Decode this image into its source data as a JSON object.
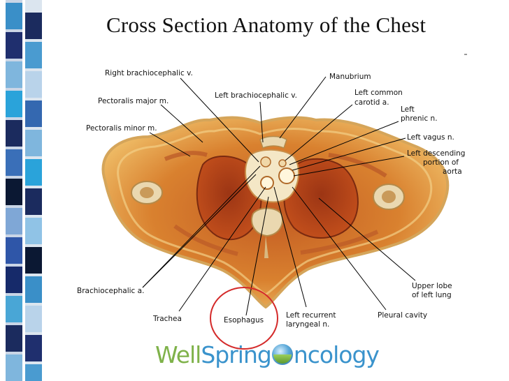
{
  "title": "Cross Section Anatomy of the Chest",
  "labels": {
    "right_brachiocephalic_v": "Right brachiocephalic v.",
    "pectoralis_major": "Pectoralis major m.",
    "pectoralis_minor": "Pectoralis minor m.",
    "left_brachiocephalic_v": "Left brachiocephalic v.",
    "manubrium": "Manubrium",
    "left_common_carotid_1": "Left common",
    "left_common_carotid_2": "carotid a.",
    "left_phrenic_1": "Left",
    "left_phrenic_2": "phrenic n.",
    "left_vagus": "Left vagus n.",
    "left_descending_1": "Left descending",
    "left_descending_2": "portion of",
    "left_descending_3": "aorta",
    "brachiocephalic_a": "Brachiocephalic a.",
    "trachea": "Trachea",
    "esophagus": "Esophagus",
    "left_recurrent_1": "Left recurrent",
    "left_recurrent_2": "laryngeal n.",
    "pleural_cavity": "Pleural cavity",
    "upper_lobe_1": "Upper lobe",
    "upper_lobe_2": "of left lung"
  },
  "logo": {
    "part1": "Well",
    "part2": "Spring",
    "part3": "ncology"
  },
  "colors": {
    "highlight_circle": "#d42a2a",
    "tissue_outer": "#e8a24a",
    "muscle": "#a8441e",
    "logo_green": "#7fb24a",
    "logo_blue": "#3a93cc"
  }
}
